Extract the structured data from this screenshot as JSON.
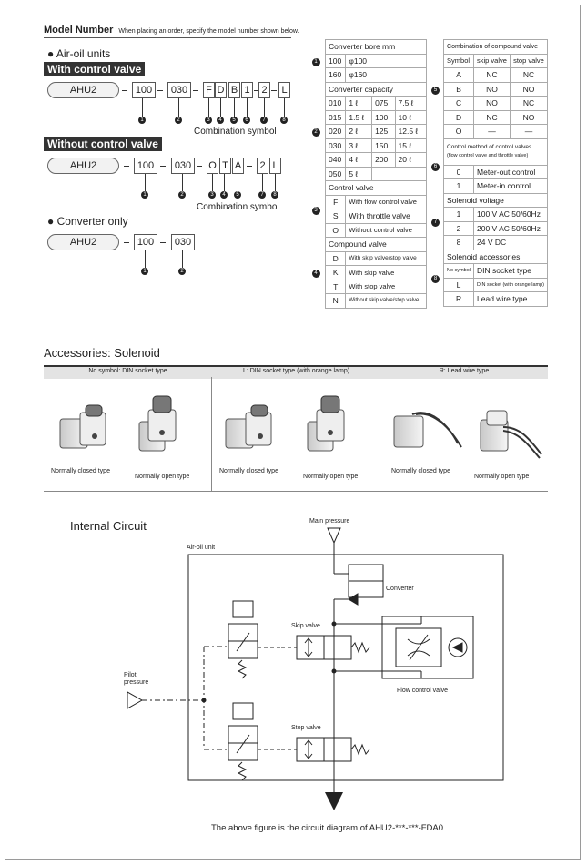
{
  "model_number": {
    "title": "Model Number",
    "note": "When placing an order, specify the model number shown below.",
    "air_oil_units": "Air-oil units",
    "with_control_valve": "With control valve",
    "without_control_valve": "Without control valve",
    "converter_only": "Converter only",
    "combination_symbol": "Combination symbol",
    "row1": {
      "base": "AHU2",
      "b1": "100",
      "b2": "030",
      "c1": "F",
      "c2": "D",
      "c3": "B",
      "c4": "1",
      "c5": "2",
      "c6": "L"
    },
    "row2": {
      "base": "AHU2",
      "b1": "100",
      "b2": "030",
      "c1": "O",
      "c2": "T",
      "c3": "A",
      "c5": "2",
      "c6": "L"
    },
    "row3": {
      "base": "AHU2",
      "b1": "100",
      "b2": "030"
    },
    "dots": {
      "d1": "1",
      "d2": "2",
      "d3": "3",
      "d4": "4",
      "d5": "5",
      "d6": "6",
      "d7": "7",
      "d8": "8"
    }
  },
  "spec_left": {
    "bore_title": "Converter bore mm",
    "bore": [
      [
        "100",
        "φ100"
      ],
      [
        "160",
        "φ160"
      ]
    ],
    "capacity_title": "Converter capacity",
    "capacity": [
      [
        "010",
        "1 ℓ",
        "075",
        "7.5 ℓ"
      ],
      [
        "015",
        "1.5 ℓ",
        "100",
        "10 ℓ"
      ],
      [
        "020",
        "2 ℓ",
        "125",
        "12.5 ℓ"
      ],
      [
        "030",
        "3 ℓ",
        "150",
        "15 ℓ"
      ],
      [
        "040",
        "4 ℓ",
        "200",
        "20 ℓ"
      ],
      [
        "050",
        "5 ℓ",
        "",
        ""
      ]
    ],
    "control_title": "Control valve",
    "control": [
      [
        "F",
        "With flow control valve"
      ],
      [
        "S",
        "With throttle valve"
      ],
      [
        "O",
        "Without control valve"
      ]
    ],
    "compound_title": "Compound valve",
    "compound": [
      [
        "D",
        "With skip valve/stop valve"
      ],
      [
        "K",
        "With skip valve"
      ],
      [
        "T",
        "With stop valve"
      ],
      [
        "N",
        "Without skip valve/stop valve"
      ]
    ]
  },
  "spec_right": {
    "comb_title": "Combination of compound valve",
    "comb_headers": [
      "Symbol",
      "skip valve",
      "stop valve"
    ],
    "comb": [
      [
        "A",
        "NC",
        "NC"
      ],
      [
        "B",
        "NO",
        "NO"
      ],
      [
        "C",
        "NO",
        "NC"
      ],
      [
        "D",
        "NC",
        "NO"
      ],
      [
        "O",
        "—",
        "—"
      ]
    ],
    "method_title": "Control method of control valves",
    "method_sub": "(flow control valve and throttle valve)",
    "method": [
      [
        "0",
        "Meter-out control"
      ],
      [
        "1",
        "Meter-in control"
      ]
    ],
    "voltage_title": "Solenoid voltage",
    "voltage": [
      [
        "1",
        "100 V AC 50/60Hz"
      ],
      [
        "2",
        "200 V AC 50/60Hz"
      ],
      [
        "8",
        "24 V DC"
      ]
    ],
    "acc_title": "Solenoid accessories",
    "acc": [
      [
        "No symbol",
        "DIN socket type"
      ],
      [
        "L",
        "DIN socket (with orange lamp)"
      ],
      [
        "R",
        "Lead wire type"
      ]
    ]
  },
  "accessories": {
    "title": "Accessories: Solenoid",
    "columns": [
      "No symbol: DIN socket type",
      "L: DIN socket type (with orange lamp)",
      "R: Lead wire type"
    ],
    "nc": "Normally closed type",
    "no": "Normally open type"
  },
  "circuit": {
    "title": "Internal Circuit",
    "unit": "Air-oil unit",
    "main_pressure": "Main pressure",
    "converter": "Converter",
    "skip_valve": "Skip valve",
    "flow_control": "Flow control valve",
    "pilot": "Pilot",
    "pressure": "pressure",
    "stop_valve": "Stop valve",
    "caption": "The above figure is the circuit diagram of AHU2-***-***-FDA0."
  }
}
